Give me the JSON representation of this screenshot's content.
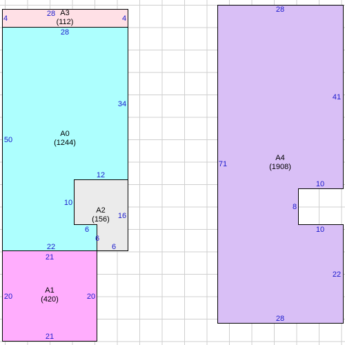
{
  "colors": {
    "background": "#ffffff",
    "grid": "#cfcfcf",
    "outline": "#000000",
    "dimension_text": "#1a1acc",
    "label_text": "#000000"
  },
  "regions": {
    "a0": {
      "name": "A0",
      "area": "(1244)",
      "fill": "#adfffe"
    },
    "a1": {
      "name": "A1",
      "area": "(420)",
      "fill": "#ffadfd"
    },
    "a2": {
      "name": "A2",
      "area": "(156)",
      "fill": "#ebebeb"
    },
    "a3": {
      "name": "A3",
      "area": "(112)",
      "fill": "#ffe0e6"
    },
    "a4": {
      "name": "A4",
      "area": "(1908)",
      "fill": "#d9bff6"
    }
  },
  "dimensions": {
    "a3_top": "28",
    "a3_left": "4",
    "a3_right": "4",
    "a0_top": "28",
    "a0_left": "50",
    "a0_right": "34",
    "a0_step": "12",
    "a2_inner": "10",
    "a2_right": "16",
    "a2_notch_h": "6",
    "a2_notch_v": "6",
    "a2_bottom": "6",
    "a0_bottom": "22",
    "a1_top": "21",
    "a1_left": "20",
    "a1_right": "20",
    "a1_bottom": "21",
    "a4_top": "28",
    "a4_right_upper": "41",
    "a4_left": "71",
    "a4_notch_top": "10",
    "a4_notch_depth": "8",
    "a4_notch_bottom": "10",
    "a4_right_lower": "22",
    "a4_bottom": "28"
  }
}
